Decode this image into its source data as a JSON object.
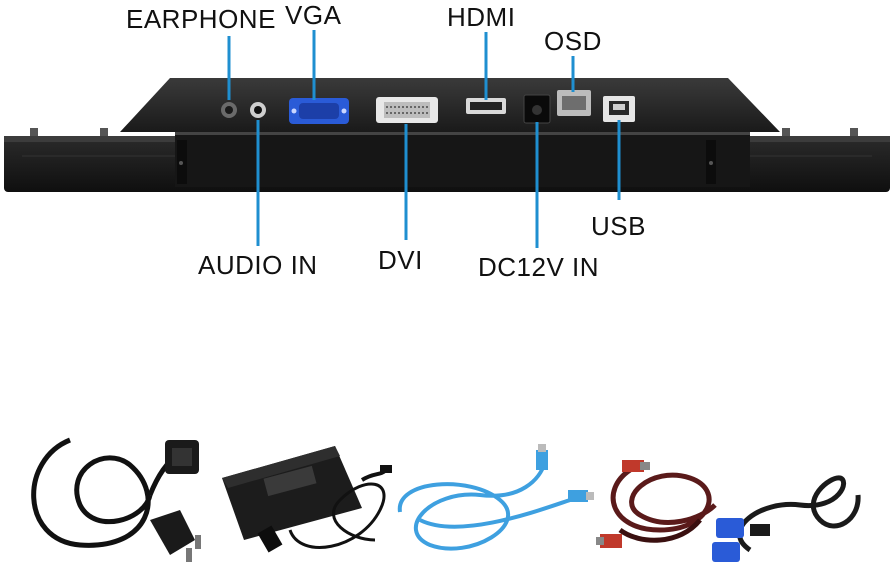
{
  "labels": {
    "earphone": "EARPHONE",
    "vga": "VGA",
    "hdmi": "HDMI",
    "osd": "OSD",
    "audio_in": "AUDIO IN",
    "dvi": "DVI",
    "dc12v_in": "DC12V IN",
    "usb": "USB"
  },
  "colors": {
    "leader_line": "#1f8fd0",
    "vga_port": "#2a5bd7",
    "monitor_body": "#1c1c1c"
  },
  "accessories": [
    "power-cord",
    "power-adapter",
    "usb-cable",
    "hdmi-cable",
    "vga-cable"
  ]
}
